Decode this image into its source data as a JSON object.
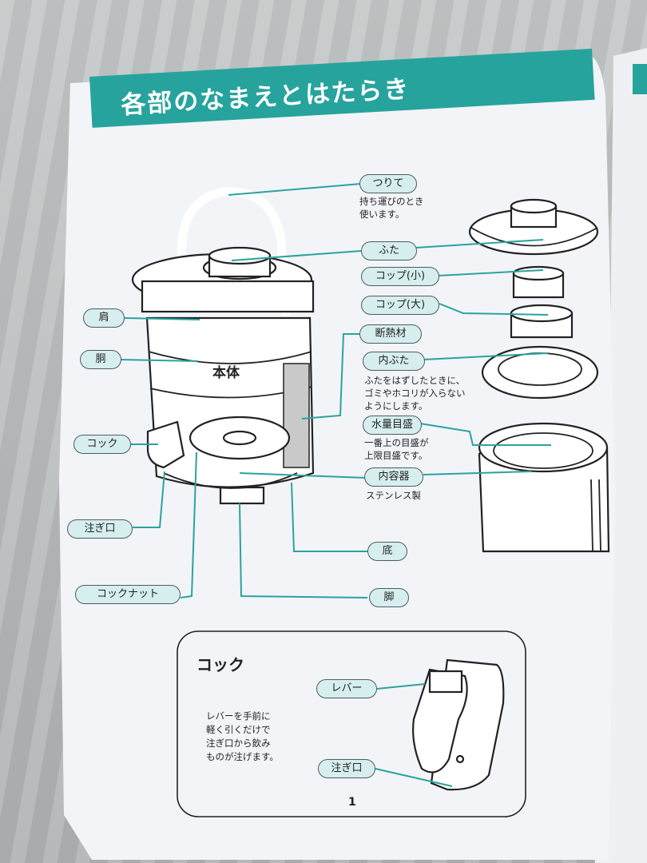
{
  "title": "各部のなまえとはたらき",
  "labels": {
    "handle": "つりて",
    "handle_note": [
      "持ち運びのとき",
      "使います。"
    ],
    "lid": "ふた",
    "cup_small": "コップ(小)",
    "cup_large": "コップ(大)",
    "insulation": "断熱材",
    "inner_lid": "内ぶた",
    "inner_lid_note": [
      "ふたをはずしたときに、",
      "ゴミやホコリが入らない",
      "ようにします。"
    ],
    "water_level": "水量目盛",
    "water_level_note": [
      "一番上の目盛が",
      "上限目盛です。"
    ],
    "inner_container": "内容器",
    "inner_container_note": "ステンレス製",
    "bottom": "底",
    "leg": "脚",
    "shoulder": "肩",
    "body": "胴",
    "cock": "コック",
    "spout": "注ぎ口",
    "cock_nut": "コックナット",
    "main_body": "本体"
  },
  "cock_box": {
    "title": "コック",
    "lever": "レバー",
    "spout": "注ぎ口",
    "note": [
      "レバーを手前に",
      "軽く引くだけで",
      "注ぎ口から飲み",
      "ものが注げます。"
    ]
  },
  "page_number": "1",
  "colors": {
    "accent": "#27a39d",
    "pill_fill": "#d6eeee",
    "paper": "#f3f4f8"
  }
}
